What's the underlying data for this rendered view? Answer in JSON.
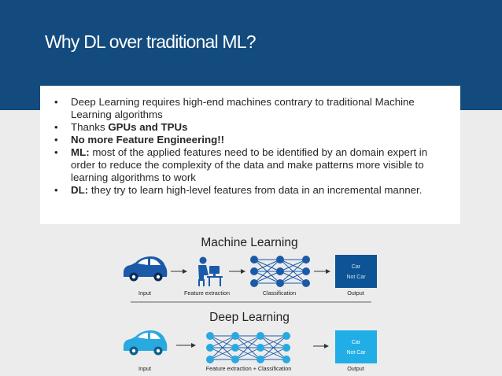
{
  "slide": {
    "title": "Why DL over traditional ML?",
    "bullets": [
      {
        "bold_prefix": "",
        "text": "Deep Learning requires high-end machines contrary to traditional Machine Learning algorithms"
      },
      {
        "bold_prefix": "",
        "text": "Thanks ",
        "bold_suffix": "GPUs and TPUs"
      },
      {
        "bold_prefix": "No more Feature Engineering!!",
        "text": ""
      },
      {
        "bold_prefix": "ML:",
        "text": " most of the applied features need to be identified by an domain expert in order to reduce the complexity of the data and make patterns more visible to learning algorithms to work"
      },
      {
        "bold_prefix": "DL:",
        "text": " they try to learn high-level features from data in an incremental manner."
      }
    ]
  },
  "ml_diagram": {
    "heading": "Machine Learning",
    "labels": {
      "input": "Input",
      "feature": "Feature extraction",
      "classification": "Classification",
      "output": "Output"
    },
    "output_box": {
      "line1": "Car",
      "line2": "Not Car"
    }
  },
  "dl_diagram": {
    "heading": "Deep Learning",
    "labels": {
      "input": "Input",
      "feature_classification": "Feature extraction + Classification",
      "output": "Output"
    },
    "output_box": {
      "line1": "Car",
      "line2": "Not Car"
    }
  },
  "colors": {
    "header_bg": "#134b7e",
    "ml_blue": "#1a5aa8",
    "dl_blue": "#28a9e0",
    "output_ml": "#0c5496",
    "output_dl": "#21aee6"
  }
}
